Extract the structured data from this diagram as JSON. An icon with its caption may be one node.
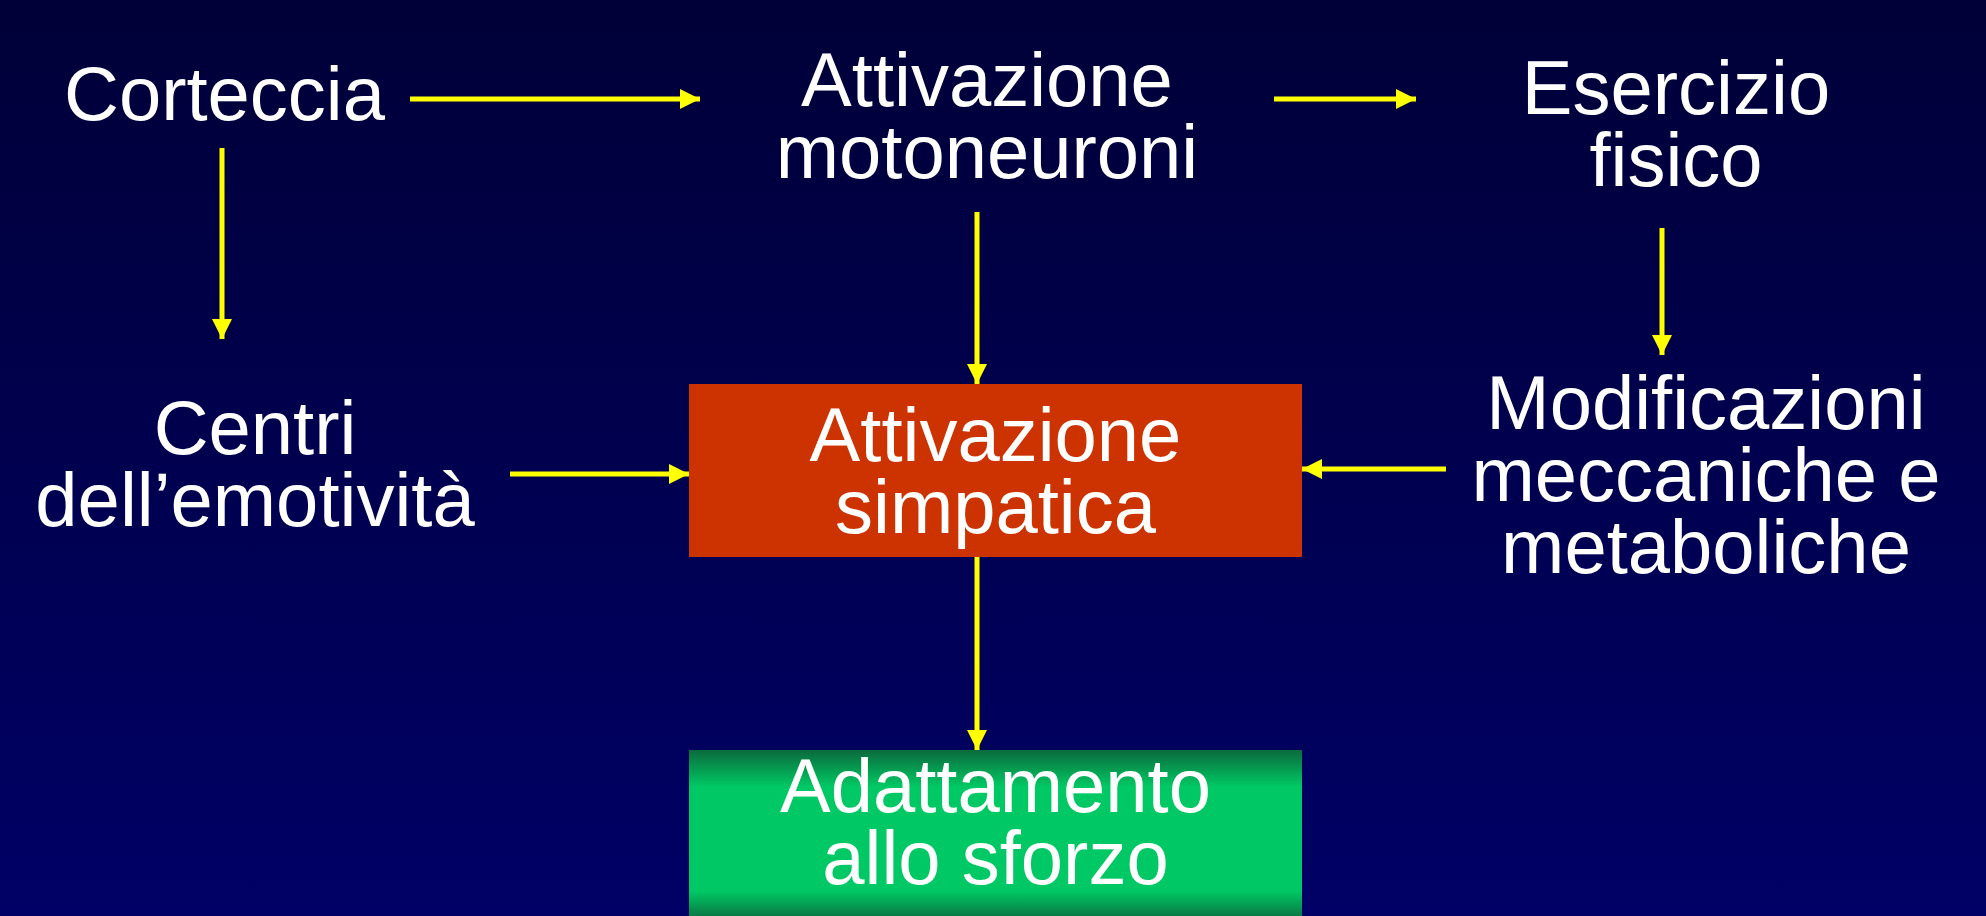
{
  "diagram": {
    "nodes": [
      {
        "text": [
          "Corteccia"
        ]
      },
      {
        "text": [
          "Attivazione motoneuroni"
        ]
      },
      {
        "text": [
          "Esercizio fisico"
        ]
      },
      {
        "text": [
          "Centri dell’emotività"
        ]
      },
      {
        "text": [
          "Attivazione simpatica"
        ]
      },
      {
        "text": [
          "Modificazioni meccaniche e metaboliche"
        ]
      },
      {
        "text": [
          "Adattamento allo sforzo"
        ]
      }
    ],
    "edges": [
      {
        "from": 0,
        "to": 1,
        "arrow": "to"
      },
      {
        "from": 1,
        "to": 2,
        "arrow": "to"
      },
      {
        "from": 0,
        "to": 3,
        "arrow": "to"
      },
      {
        "from": 1,
        "to": 4,
        "arrow": "to"
      },
      {
        "from": 2,
        "to": 5,
        "arrow": "to"
      },
      {
        "from": 3,
        "to": 4,
        "arrow": "to"
      },
      {
        "from": 5,
        "to": 4,
        "arrow": "to"
      },
      {
        "from": 4,
        "to": 6,
        "arrow": "to"
      }
    ]
  }
}
